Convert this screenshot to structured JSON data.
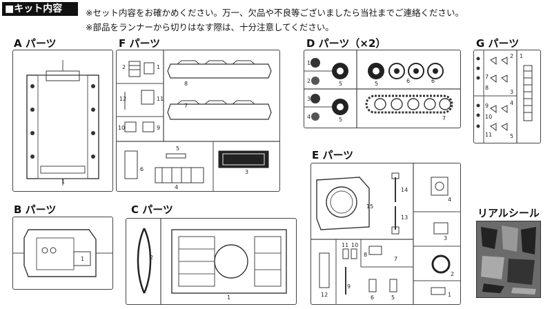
{
  "header": {
    "title": "■キット内容",
    "notes": [
      "※セット内容をお確かめください。万一、欠品や不良等ございましたら当社までご連絡ください。",
      "※部品をランナーから切りはなす際は、十分注意してください。"
    ]
  },
  "parts": {
    "a": {
      "label": "A パーツ",
      "nums": [
        "1"
      ]
    },
    "b": {
      "label": "B パーツ",
      "nums": [
        "1"
      ]
    },
    "c": {
      "label": "C パーツ",
      "nums": [
        "2",
        "1"
      ]
    },
    "d": {
      "label": "D パーツ（×2）",
      "nums": [
        "1",
        "2",
        "3",
        "4",
        "5",
        "5",
        "5",
        "6",
        "6",
        "7"
      ]
    },
    "e": {
      "label": "E パーツ",
      "nums": [
        "15",
        "14",
        "13",
        "4",
        "3",
        "2",
        "1",
        "12",
        "11",
        "10",
        "8",
        "7",
        "9",
        "6",
        "5"
      ]
    },
    "f": {
      "label": "F パーツ",
      "nums": [
        "2",
        "1",
        "8",
        "12",
        "11",
        "7",
        "10",
        "9",
        "5",
        "6",
        "4",
        "3"
      ]
    },
    "g": {
      "label": "G パーツ",
      "nums": [
        "1",
        "2",
        "7",
        "8",
        "3",
        "9",
        "10",
        "11",
        "4",
        "5"
      ]
    },
    "sticker": {
      "label": "リアルシール"
    }
  }
}
